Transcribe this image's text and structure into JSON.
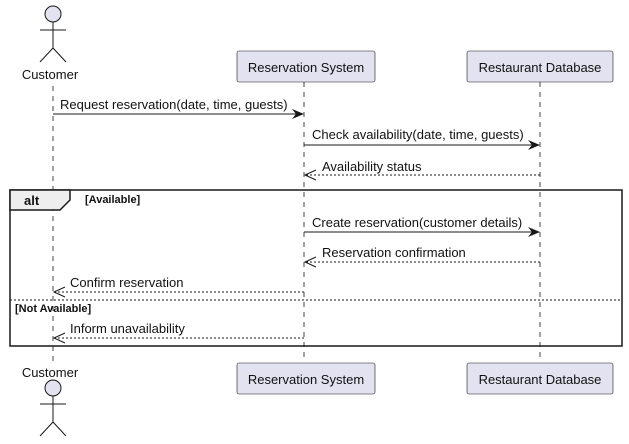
{
  "participants": {
    "customer": "Customer",
    "reservation_system": "Reservation System",
    "restaurant_database": "Restaurant Database"
  },
  "messages": [
    "Request reservation(date, time, guests)",
    "Check availability(date, time, guests)",
    "Availability status",
    "Create reservation(customer details)",
    "Reservation confirmation",
    "Confirm reservation",
    "Inform unavailability"
  ],
  "fragment": {
    "operator": "alt",
    "guard_1": "[Available]",
    "guard_2": "[Not Available]"
  },
  "colors": {
    "participant_fill": "#E2E2F0",
    "participant_stroke": "#181818",
    "lifeline": "#181818"
  }
}
